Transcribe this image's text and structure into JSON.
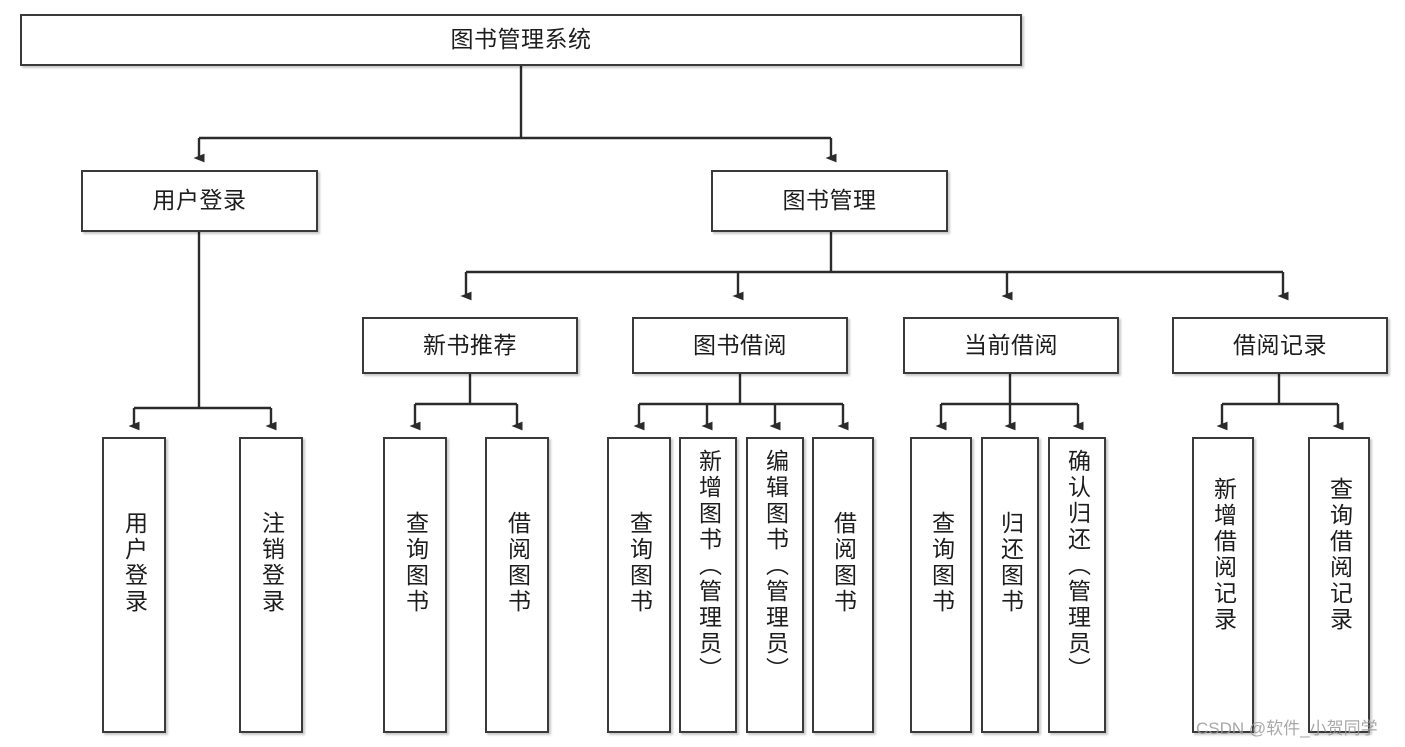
{
  "diagram": {
    "title": "图书管理系统",
    "type": "hierarchy-tree",
    "root": {
      "label": "图书管理系统"
    },
    "level2": [
      {
        "label": "用户登录"
      },
      {
        "label": "图书管理"
      }
    ],
    "level3": [
      {
        "label": "新书推荐"
      },
      {
        "label": "图书借阅"
      },
      {
        "label": "当前借阅"
      },
      {
        "label": "借阅记录"
      }
    ],
    "leaves": {
      "user_login": [
        {
          "label": "用户登录"
        },
        {
          "label": "注销登录"
        }
      ],
      "new_book_recommend": [
        {
          "label": "查询图书"
        },
        {
          "label": "借阅图书"
        }
      ],
      "book_borrow": [
        {
          "label": "查询图书"
        },
        {
          "label": "新增图书（管理员）"
        },
        {
          "label": "编辑图书（管理员）"
        },
        {
          "label": "借阅图书"
        }
      ],
      "current_borrow": [
        {
          "label": "查询图书"
        },
        {
          "label": "归还图书"
        },
        {
          "label": "确认归还（管理员）"
        }
      ],
      "borrow_records": [
        {
          "label": "新增借阅记录"
        },
        {
          "label": "查询借阅记录"
        }
      ]
    }
  },
  "watermark": {
    "text": "CSDN @软件_小贺同学"
  },
  "colors": {
    "box_border": "#3a3a3a",
    "box_fill": "#ffffff",
    "text": "#1d1d1d",
    "connector": "#2b2b2b",
    "watermark": "#9a9a9a",
    "background": "#ffffff"
  }
}
